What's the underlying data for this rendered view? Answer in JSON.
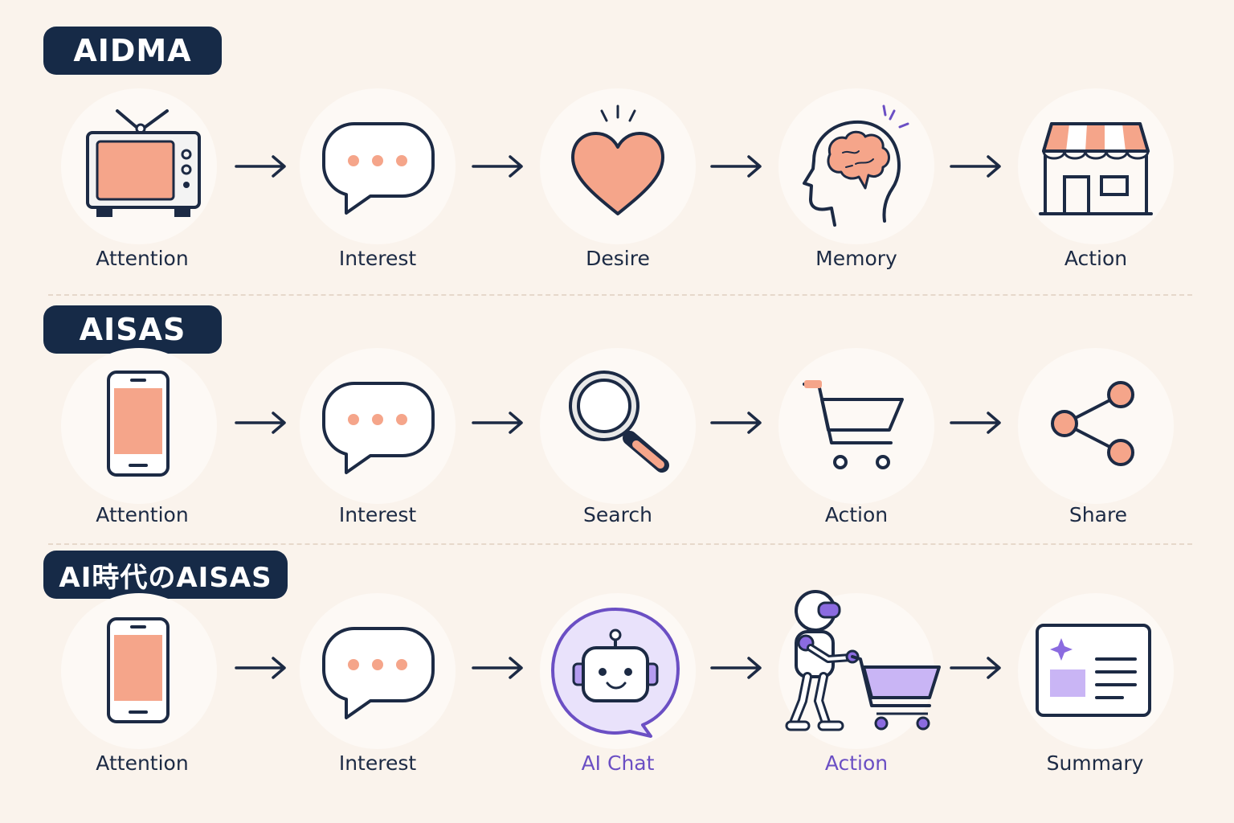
{
  "colors": {
    "background": "#faf3ec",
    "badge": "#162a47",
    "ink": "#1c2a44",
    "accent_peach": "#f5a58a",
    "accent_purple": "#6b4fc4"
  },
  "rows": [
    {
      "title": "AIDMA",
      "steps": [
        {
          "label": "Attention",
          "icon": "tv-icon"
        },
        {
          "label": "Interest",
          "icon": "speech-bubble-icon"
        },
        {
          "label": "Desire",
          "icon": "heart-icon"
        },
        {
          "label": "Memory",
          "icon": "brain-head-icon"
        },
        {
          "label": "Action",
          "icon": "store-icon"
        }
      ]
    },
    {
      "title": "AISAS",
      "steps": [
        {
          "label": "Attention",
          "icon": "smartphone-icon"
        },
        {
          "label": "Interest",
          "icon": "speech-bubble-icon"
        },
        {
          "label": "Search",
          "icon": "magnifier-icon"
        },
        {
          "label": "Action",
          "icon": "shopping-cart-icon"
        },
        {
          "label": "Share",
          "icon": "share-icon"
        }
      ]
    },
    {
      "title": "AI時代のAISAS",
      "steps": [
        {
          "label": "Attention",
          "icon": "smartphone-icon"
        },
        {
          "label": "Interest",
          "icon": "speech-bubble-icon"
        },
        {
          "label": "AI Chat",
          "icon": "ai-chat-robot-icon"
        },
        {
          "label": "Action",
          "icon": "robot-shopping-cart-icon"
        },
        {
          "label": "Summary",
          "icon": "summary-card-icon"
        }
      ]
    }
  ]
}
